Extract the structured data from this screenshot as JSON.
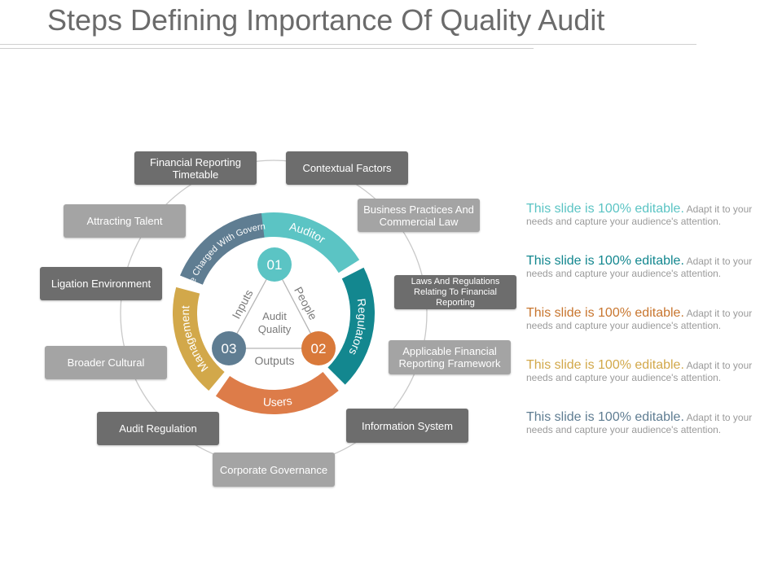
{
  "title": "Steps Defining Importance Of Quality Audit",
  "center": {
    "label_line1": "Audit",
    "label_line2": "Quality",
    "nodes": [
      {
        "label": "01",
        "color": "#5bc4c4"
      },
      {
        "label": "02",
        "color": "#d9793a"
      },
      {
        "label": "03",
        "color": "#5f7d92"
      }
    ],
    "edges": {
      "left": "Inputs",
      "right": "People",
      "bottom": "Outputs"
    }
  },
  "ring": [
    {
      "label": "Auditor",
      "color": "#5bc4c4"
    },
    {
      "label": "Regulators",
      "color": "#13878f"
    },
    {
      "label": "Users",
      "color": "#dd7c49"
    },
    {
      "label": "Management",
      "color": "#d2a84a"
    },
    {
      "label": "Those Charged With Governance",
      "color": "#5f7d92"
    }
  ],
  "factors": [
    {
      "label": "Contextual Factors",
      "tone": "dark"
    },
    {
      "label": "Business Practices And Commercial Law",
      "tone": "light"
    },
    {
      "label": "Laws And Regulations Relating To Financial Reporting",
      "tone": "dark"
    },
    {
      "label": "Applicable Financial Reporting Framework",
      "tone": "light"
    },
    {
      "label": "Information System",
      "tone": "dark"
    },
    {
      "label": "Corporate Governance",
      "tone": "light"
    },
    {
      "label": "Audit Regulation",
      "tone": "dark"
    },
    {
      "label": "Broader Cultural",
      "tone": "light"
    },
    {
      "label": "Ligation Environment",
      "tone": "dark"
    },
    {
      "label": "Attracting Talent",
      "tone": "light"
    },
    {
      "label": "Financial Reporting Timetable",
      "tone": "dark"
    }
  ],
  "notes": [
    {
      "lead": "This slide is 100% editable.",
      "text": "Adapt it to your needs and capture your audience's attention.",
      "color": "#5bc4c4"
    },
    {
      "lead": "This slide is 100% editable.",
      "text": "Adapt it to your needs and capture your audience's attention.",
      "color": "#13878f"
    },
    {
      "lead": "This slide is 100% editable.",
      "text": "Adapt it to your needs and capture your audience's attention.",
      "color": "#c8762f"
    },
    {
      "lead": "This slide is 100% editable.",
      "text": "Adapt it to your needs and capture your audience's attention.",
      "color": "#d2a84a"
    },
    {
      "lead": "This slide is 100% editable.",
      "text": "Adapt it to your needs and capture your audience's attention.",
      "color": "#5f7d92"
    }
  ]
}
